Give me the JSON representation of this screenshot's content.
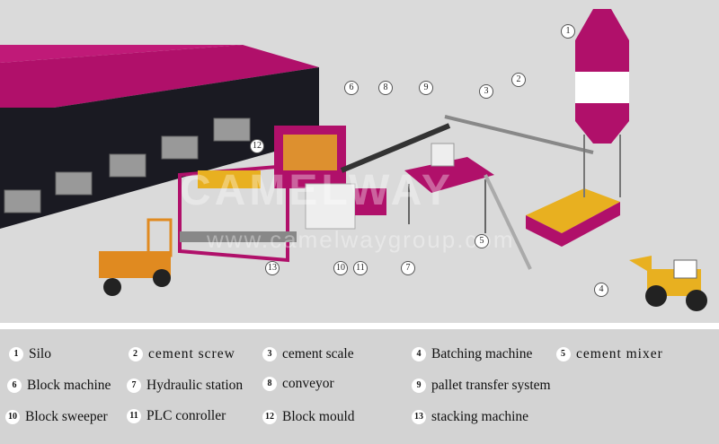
{
  "diagram": {
    "watermark": {
      "brand": "CAMELWAY",
      "url": "www.camelwaygroup.com"
    },
    "callouts": [
      "1",
      "2",
      "3",
      "4",
      "5",
      "6",
      "7",
      "8",
      "9",
      "10",
      "11",
      "12",
      "13"
    ]
  },
  "legend": [
    {
      "num": "1",
      "label": "Silo"
    },
    {
      "num": "2",
      "label": "cement screw"
    },
    {
      "num": "3",
      "label": "cement scale"
    },
    {
      "num": "4",
      "label": "Batching machine"
    },
    {
      "num": "5",
      "label": "cement mixer"
    },
    {
      "num": "6",
      "label": "Block machine"
    },
    {
      "num": "7",
      "label": "Hydraulic station"
    },
    {
      "num": "8",
      "label": "conveyor"
    },
    {
      "num": "9",
      "label": "pallet transfer system"
    },
    {
      "num": "10",
      "label": "Block sweeper"
    },
    {
      "num": "11",
      "label": "PLC conroller"
    },
    {
      "num": "12",
      "label": "Block mould"
    },
    {
      "num": "13",
      "label": "stacking machine"
    }
  ],
  "colors": {
    "magenta": "#b0106a",
    "yellow": "#e8b020",
    "orange": "#e08a20"
  }
}
